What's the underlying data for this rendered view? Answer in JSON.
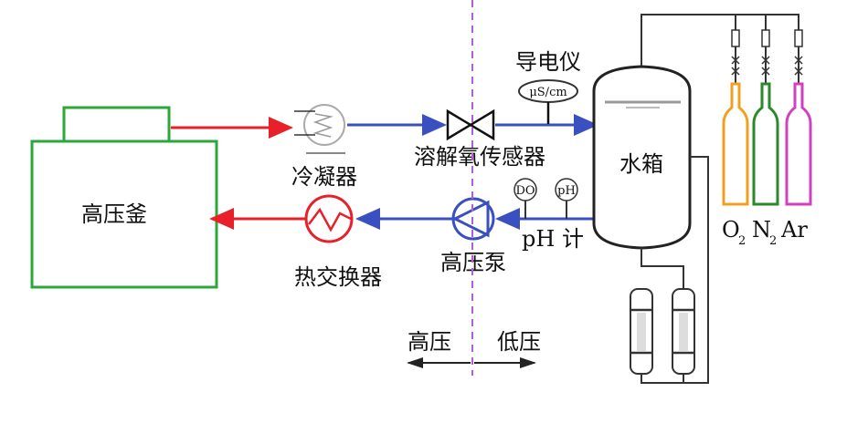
{
  "labels": {
    "autoclave": "高压釜",
    "condenser": "冷凝器",
    "heat_exchanger": "热交换器",
    "hp_pump": "高压泵",
    "do_sensor": "溶解氧传感器",
    "conductivity_meter": "导电仪",
    "conductivity_unit": "μS/cm",
    "do_gauge": "DO",
    "ph_gauge": "pH",
    "ph_meter": "pH 计",
    "water_tank": "水箱",
    "high_pressure": "高压",
    "low_pressure": "低压",
    "gas_o2": "O",
    "gas_o2_sub": "2",
    "gas_n2": "N",
    "gas_n2_sub": "2",
    "gas_ar": "Ar"
  },
  "colors": {
    "hot_line": "#e8202a",
    "cold_line": "#3a4fc0",
    "autoclave": "#2aa83a",
    "boundary": "#b060d0",
    "o2": "#f0a020",
    "n2": "#2a8a2a",
    "ar": "#d040c0"
  }
}
